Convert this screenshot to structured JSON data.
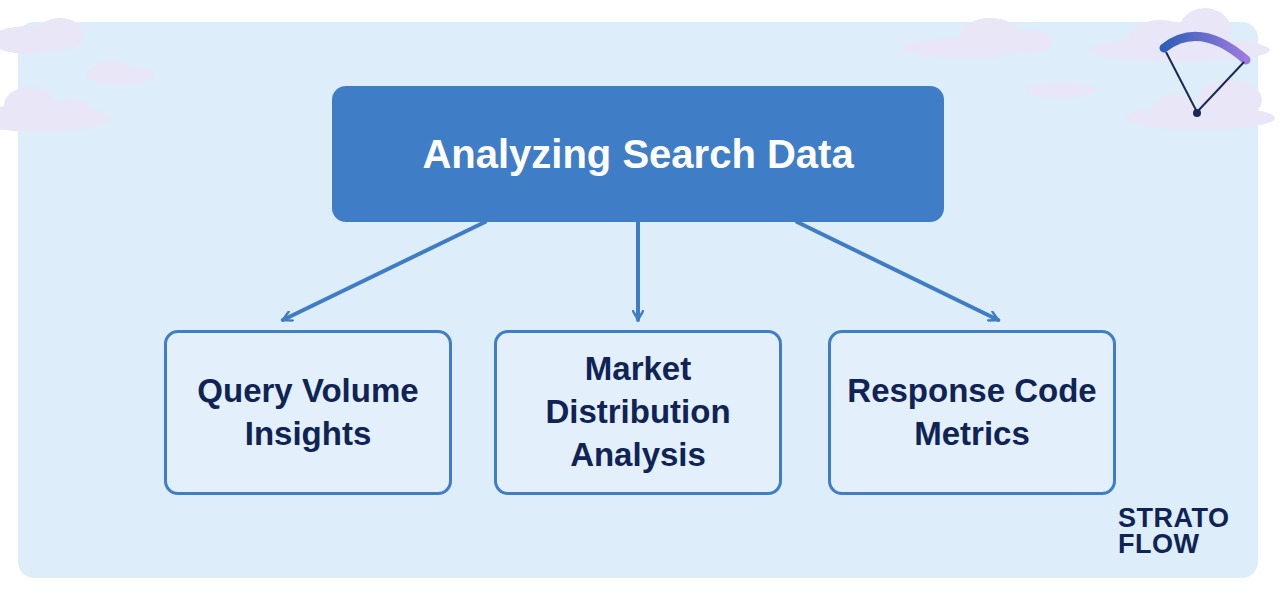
{
  "diagram": {
    "nodes": [
      {
        "text": [
          "Analyzing Search Data"
        ]
      },
      {
        "text": [
          "Query Volume Insights"
        ]
      },
      {
        "text": [
          "Market Distribution Analysis"
        ]
      },
      {
        "text": [
          "Response Code Metrics"
        ]
      }
    ],
    "edges": [
      {
        "from": 0,
        "to": 1,
        "arrow": "to"
      },
      {
        "from": 0,
        "to": 2,
        "arrow": "to"
      },
      {
        "from": 0,
        "to": 3,
        "arrow": "to"
      }
    ],
    "labels": [
      "STRATO FLOW"
    ]
  }
}
